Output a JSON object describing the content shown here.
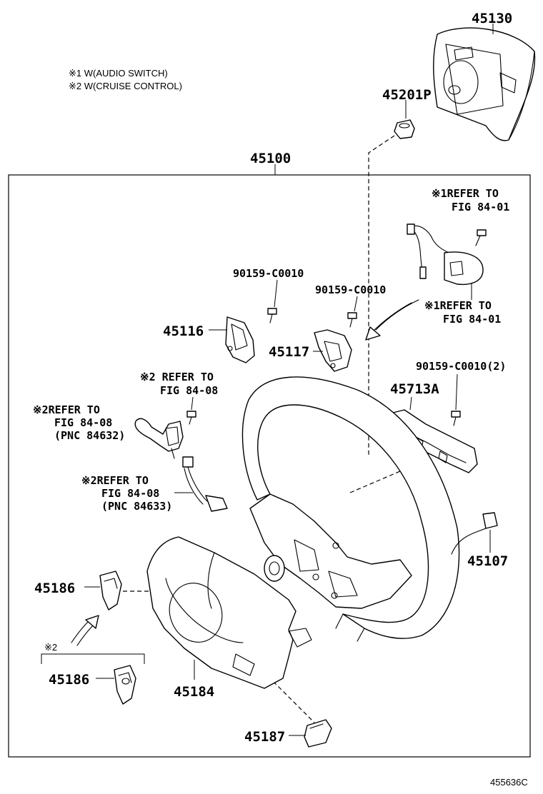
{
  "notes": {
    "note1": "※1 W(AUDIO SWITCH)",
    "note2": "※2 W(CRUISE CONTROL)"
  },
  "labels": {
    "p45130": "45130",
    "p45201p": "45201P",
    "p45100": "45100",
    "ref1_top_a": "※1REFER TO",
    "ref1_top_b": "FIG 84-01",
    "screw_a": "90159-C0010",
    "screw_b": "90159-C0010",
    "ref1_mid_a": "※1REFER TO",
    "ref1_mid_b": "FIG 84-01",
    "p45116": "45116",
    "p45117": "45117",
    "screw_c": "90159-C0010(2)",
    "p45713a": "45713A",
    "ref2_a_1": "※2 REFER TO",
    "ref2_a_2": "FIG 84-08",
    "ref2_b_1": "※2REFER TO",
    "ref2_b_2": "FIG 84-08",
    "ref2_b_3": "(PNC 84632)",
    "ref2_c_1": "※2REFER TO",
    "ref2_c_2": "FIG 84-08",
    "ref2_c_3": "(PNC 84633)",
    "p45107": "45107",
    "p45186_a": "45186",
    "note2_mark": "※2",
    "p45186_b": "45186",
    "p45184": "45184",
    "p45187": "45187",
    "figure_code": "455636C"
  }
}
